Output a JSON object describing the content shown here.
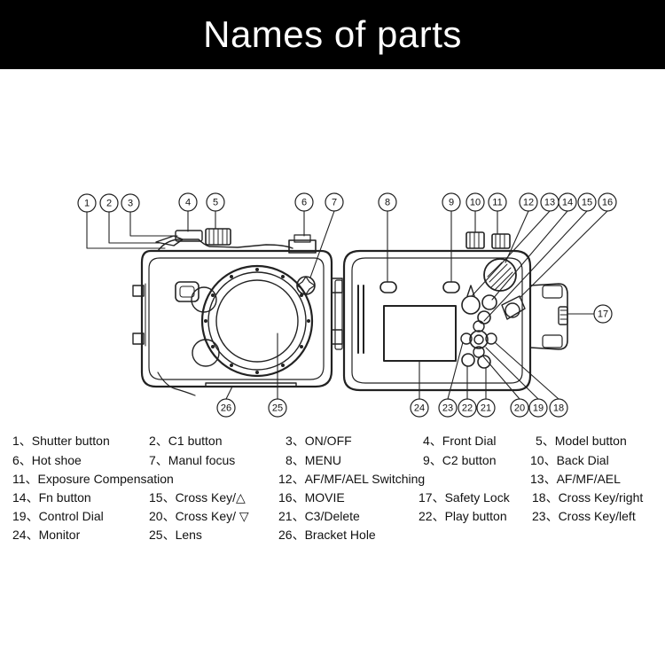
{
  "title": "Names of parts",
  "callouts": [
    "1",
    "2",
    "3",
    "4",
    "5",
    "6",
    "7",
    "8",
    "9",
    "10",
    "11",
    "12",
    "13",
    "14",
    "15",
    "16",
    "17",
    "18",
    "19",
    "20",
    "21",
    "22",
    "23",
    "24",
    "25",
    "26"
  ],
  "legend": [
    "1、Shutter button",
    "2、C1 button",
    "3、ON/OFF",
    "4、Front Dial",
    "5、Model button",
    "6、Hot shoe",
    "7、Manul focus",
    "8、MENU",
    "9、C2 button",
    "10、Back Dial",
    "11、Exposure Compensation",
    "12、AF/MF/AEL Switching",
    "13、AF/MF/AEL",
    "14、Fn button",
    "15、Cross Key/△",
    "16、MOVIE",
    "17、Safety Lock",
    "18、Cross Key/right",
    "19、Control Dial",
    "20、Cross Key/ ▽",
    "21、C3/Delete",
    "22、Play button",
    "23、Cross Key/left",
    "24、Monitor",
    "25、Lens",
    "26、Bracket Hole"
  ],
  "colors": {
    "title_bg": "#000000",
    "title_fg": "#ffffff",
    "line": "#222222"
  }
}
